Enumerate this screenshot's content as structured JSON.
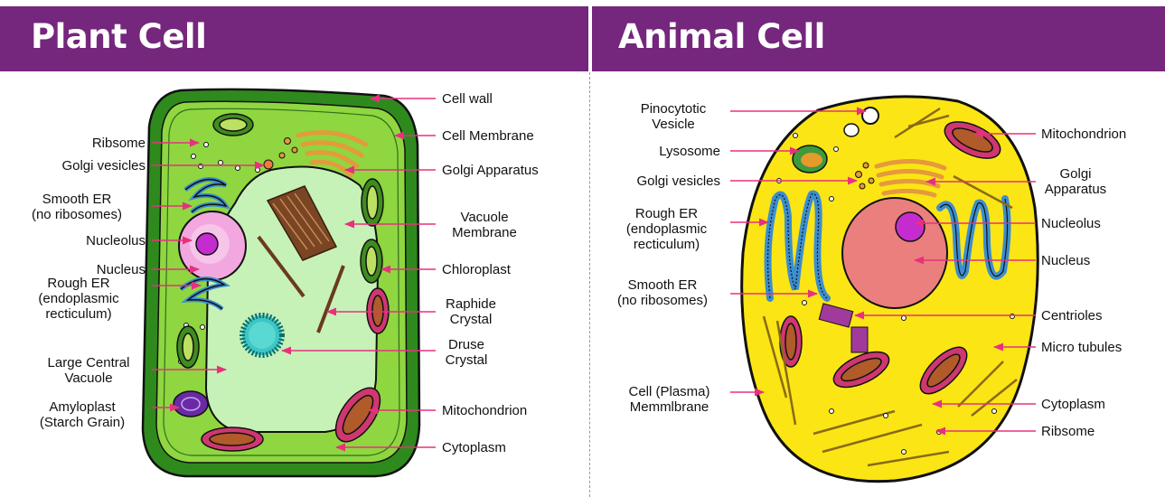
{
  "titles": {
    "plant": "Plant Cell",
    "animal": "Animal Cell"
  },
  "colors": {
    "banner": "#75267d",
    "leader_line": "#e8307e",
    "plant_wall": "#2f8a1e",
    "plant_cytoplasm": "#8fd640",
    "plant_vacuole": "#c6f2b7",
    "animal_cytoplasm": "#fbe515",
    "nucleus": "#ea7f7e",
    "nucleolus": "#c52ccf",
    "golgi": "#e59a3c",
    "er": "#3b8ecf",
    "mitochondrion": "#cf3770"
  },
  "plant_labels": {
    "cell_wall": "Cell wall",
    "cell_membrane": "Cell Membrane",
    "golgi_apparatus": "Golgi Apparatus",
    "vacuole_membrane": "Vacuole\nMembrane",
    "chloroplast": "Chloroplast",
    "raphide_crystal": "Raphide\nCrystal",
    "druse_crystal": "Druse\nCrystal",
    "mitochondrion": "Mitochondrion",
    "cytoplasm": "Cytoplasm",
    "ribsome": "Ribsome",
    "golgi_vesicles": "Golgi vesicles",
    "smooth_er": "Smooth ER\n(no ribosomes)",
    "nucleolus": "Nucleolus",
    "nucleus": "Nucleus",
    "rough_er": "Rough ER\n(endoplasmic\nrecticulum)",
    "large_central_vacuole": "Large Central\nVacuole",
    "amyloplast": "Amyloplast\n(Starch Grain)"
  },
  "animal_labels": {
    "pinocytotic_vesicle": "Pinocytotic\nVesicle",
    "lysosome": "Lysosome",
    "golgi_vesicles": "Golgi vesicles",
    "rough_er": "Rough ER\n(endoplasmic\nrecticulum)",
    "smooth_er": "Smooth ER\n(no ribosomes)",
    "cell_plasma_membrane": "Cell (Plasma)\nMemmlbrane",
    "mitochondrion": "Mitochondrion",
    "golgi_apparatus": "Golgi\nApparatus",
    "nucleolus": "Nucleolus",
    "nucleus": "Nucleus",
    "centrioles": "Centrioles",
    "micro_tubules": "Micro tubules",
    "cytoplasm": "Cytoplasm",
    "ribsome": "Ribsome"
  }
}
